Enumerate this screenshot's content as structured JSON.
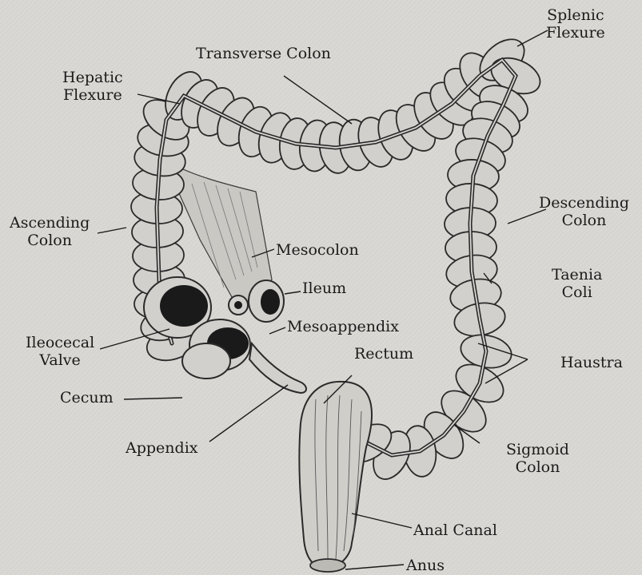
{
  "labels": {
    "splenic_flexure": [
      "Splenic",
      "Flexure"
    ],
    "transverse_colon": "Transverse Colon",
    "hepatic_flexure": [
      "Hepatic",
      "Flexure"
    ],
    "descending_colon": [
      "Descending",
      "Colon"
    ],
    "ascending_colon": [
      "Ascending",
      "Colon"
    ],
    "mesocolon": "Mesocolon",
    "ileum": "Ileum",
    "taenia_coli": [
      "Taenia",
      "Coli"
    ],
    "mesoappendix": "Mesoappendix",
    "ileocecal_valve": [
      "Ileocecal",
      "Valve"
    ],
    "rectum": "Rectum",
    "haustra": "Haustra",
    "cecum": "Cecum",
    "appendix": "Appendix",
    "sigmoid_colon": [
      "Sigmoid",
      "Colon"
    ],
    "anal_canal": "Anal Canal",
    "anus": "Anus"
  },
  "colors": {
    "background": "#dad8d4",
    "tissue": "#d2d0cc",
    "outline": "#2a2a2a",
    "cavity": "#1a1a1a"
  }
}
